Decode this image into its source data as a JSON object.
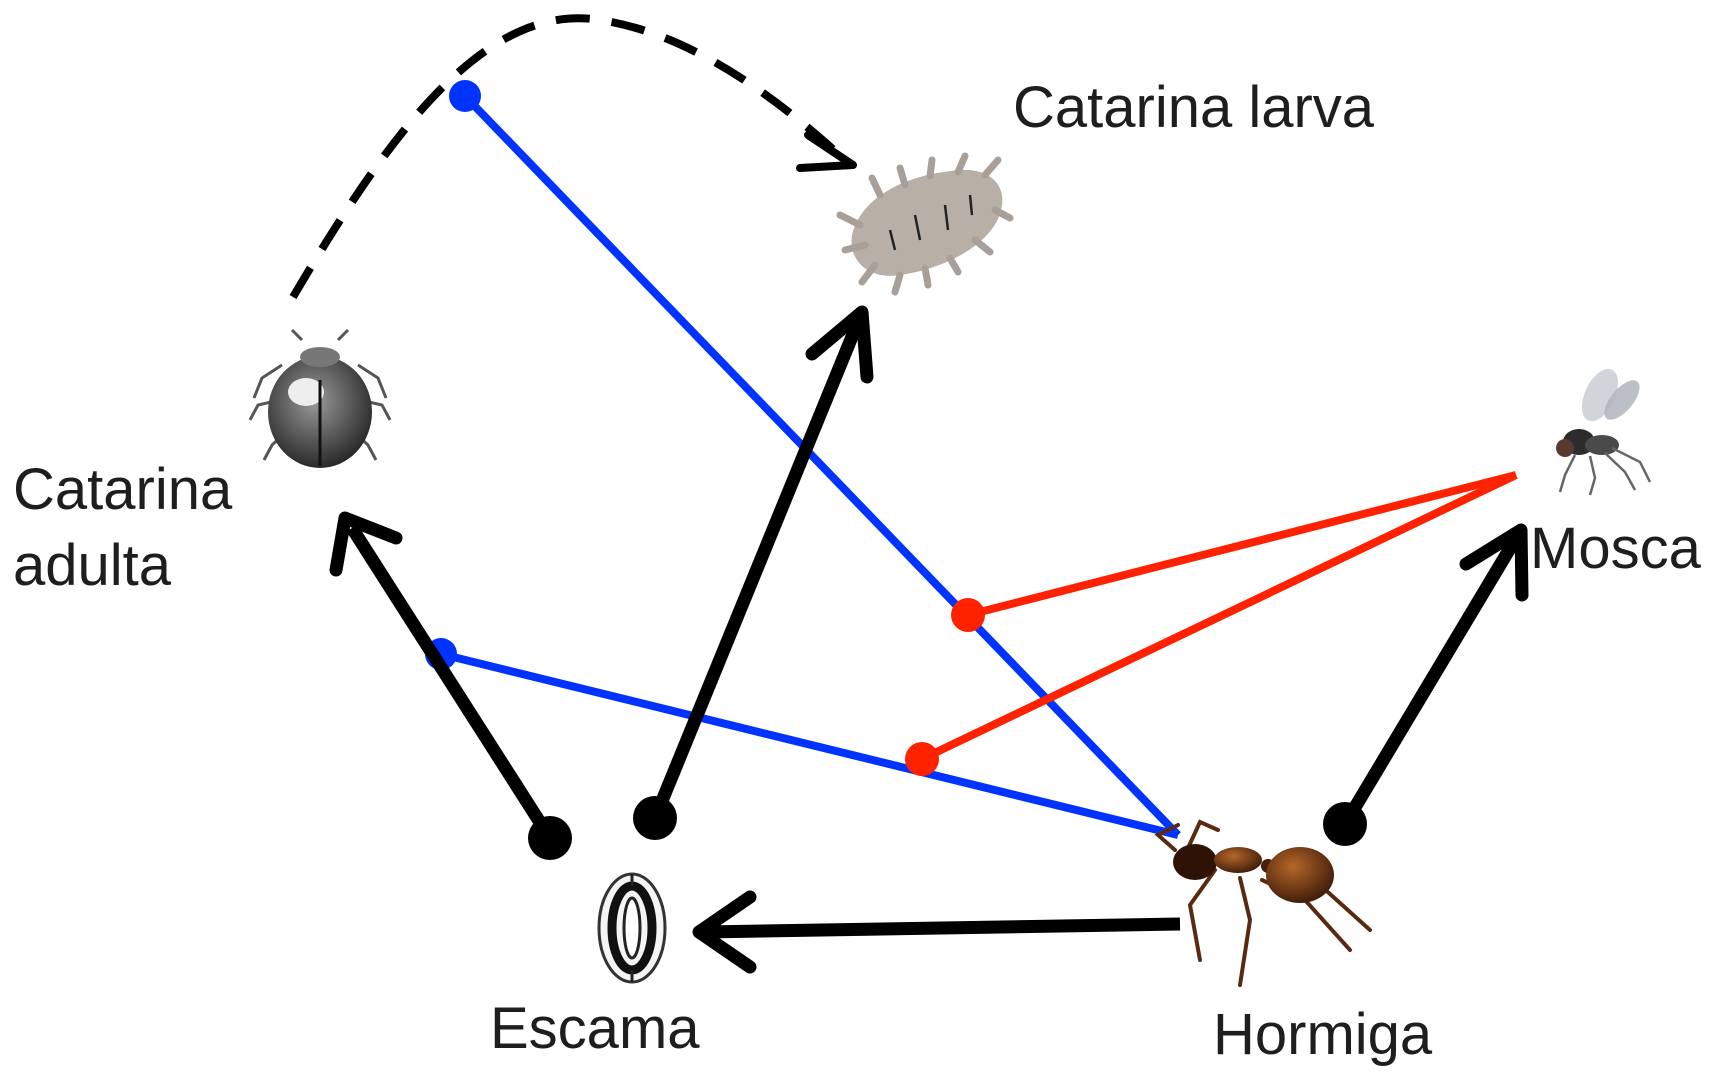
{
  "labels": {
    "catarina_larva": "Catarina larva",
    "catarina_adulta_line1": "Catarina",
    "catarina_adulta_line2": "adulta",
    "mosca": "Mosca",
    "escama": "Escama",
    "hormiga": "Hormiga"
  },
  "colors": {
    "arrow": "#000000",
    "blue_link": "#0033ff",
    "red_link": "#ff2200",
    "text": "#1e1e1e"
  },
  "icons": [
    "ladybug-adult-icon",
    "ladybug-larva-icon",
    "fly-icon",
    "scale-insect-icon",
    "ant-icon"
  ]
}
